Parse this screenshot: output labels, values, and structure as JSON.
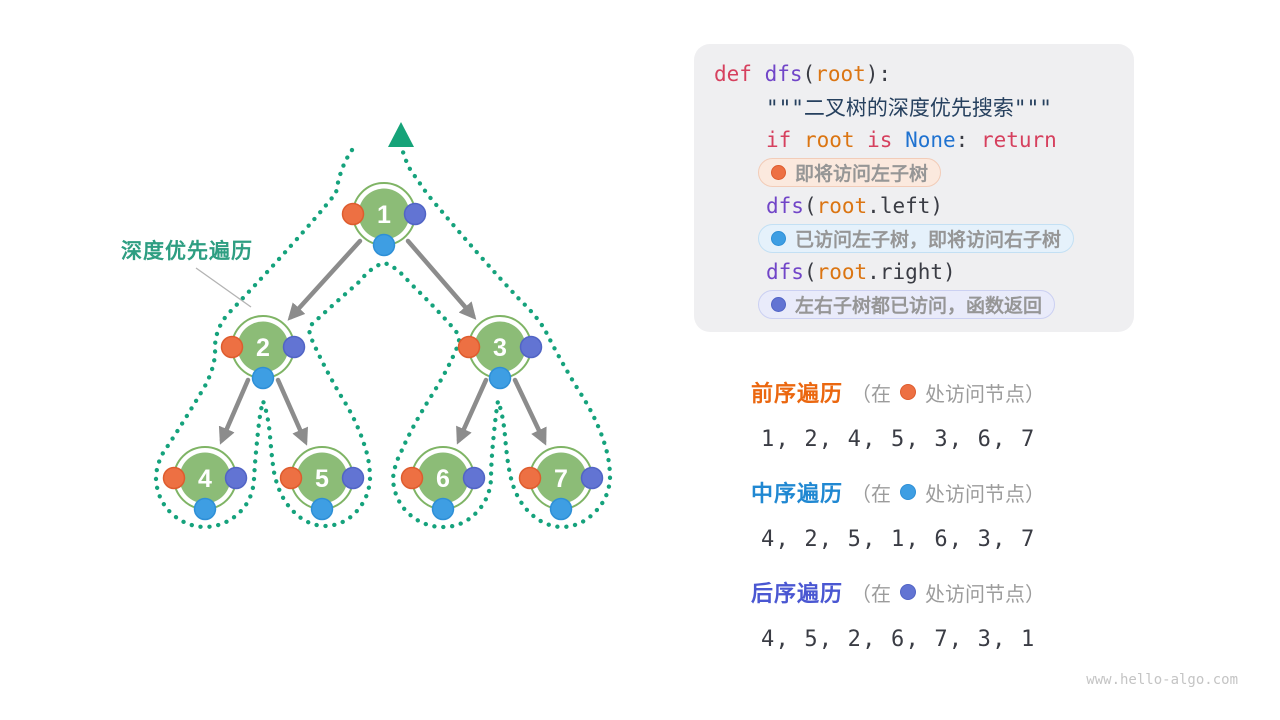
{
  "colors": {
    "node_green": "#8CBC77",
    "node_ring_green": "#7FB465",
    "contour_teal": "#15A27C",
    "edge_gray": "#8C8C8C",
    "visit_orange": "#ED7043",
    "visit_blue": "#3E9EE3",
    "visit_indigo": "#6274D3",
    "preorder_accent": "#EB670F",
    "inorder_accent": "#2088D2",
    "postorder_accent": "#4A57D2"
  },
  "tree": {
    "label": "深度优先遍历",
    "nodes": [
      {
        "value": "1"
      },
      {
        "value": "2"
      },
      {
        "value": "3"
      },
      {
        "value": "4"
      },
      {
        "value": "5"
      },
      {
        "value": "6"
      },
      {
        "value": "7"
      }
    ]
  },
  "code": {
    "l1": {
      "kw": "def ",
      "fn": "dfs",
      "p1": "(",
      "arg": "root",
      "p2": "):"
    },
    "l2": {
      "doc": "\"\"\"二叉树的深度优先搜索\"\"\""
    },
    "l3": {
      "kw1": "if ",
      "arg": "root ",
      "kw2": "is ",
      "type": "None",
      "p": ": ",
      "kw3": "return"
    },
    "badge1": {
      "label": "即将访问左子树"
    },
    "l5": {
      "fn": "dfs",
      "p1": "(",
      "arg": "root",
      "p2": ".left)"
    },
    "badge2": {
      "label": "已访问左子树，即将访问右子树"
    },
    "l7": {
      "fn": "dfs",
      "p1": "(",
      "arg": "root",
      "p2": ".right)"
    },
    "badge3": {
      "label": "左右子树都已访问，函数返回"
    }
  },
  "traversals": [
    {
      "title": "前序遍历",
      "paren_open": "（在",
      "paren_close": "处访问节点）",
      "sequence": "1, 2, 4, 5, 3, 6, 7"
    },
    {
      "title": "中序遍历",
      "paren_open": "（在",
      "paren_close": "处访问节点）",
      "sequence": "4, 2, 5, 1, 6, 3, 7"
    },
    {
      "title": "后序遍历",
      "paren_open": "（在",
      "paren_close": "处访问节点）",
      "sequence": "4, 5, 2, 6, 7, 3, 1"
    }
  ],
  "watermark": "www.hello-algo.com"
}
